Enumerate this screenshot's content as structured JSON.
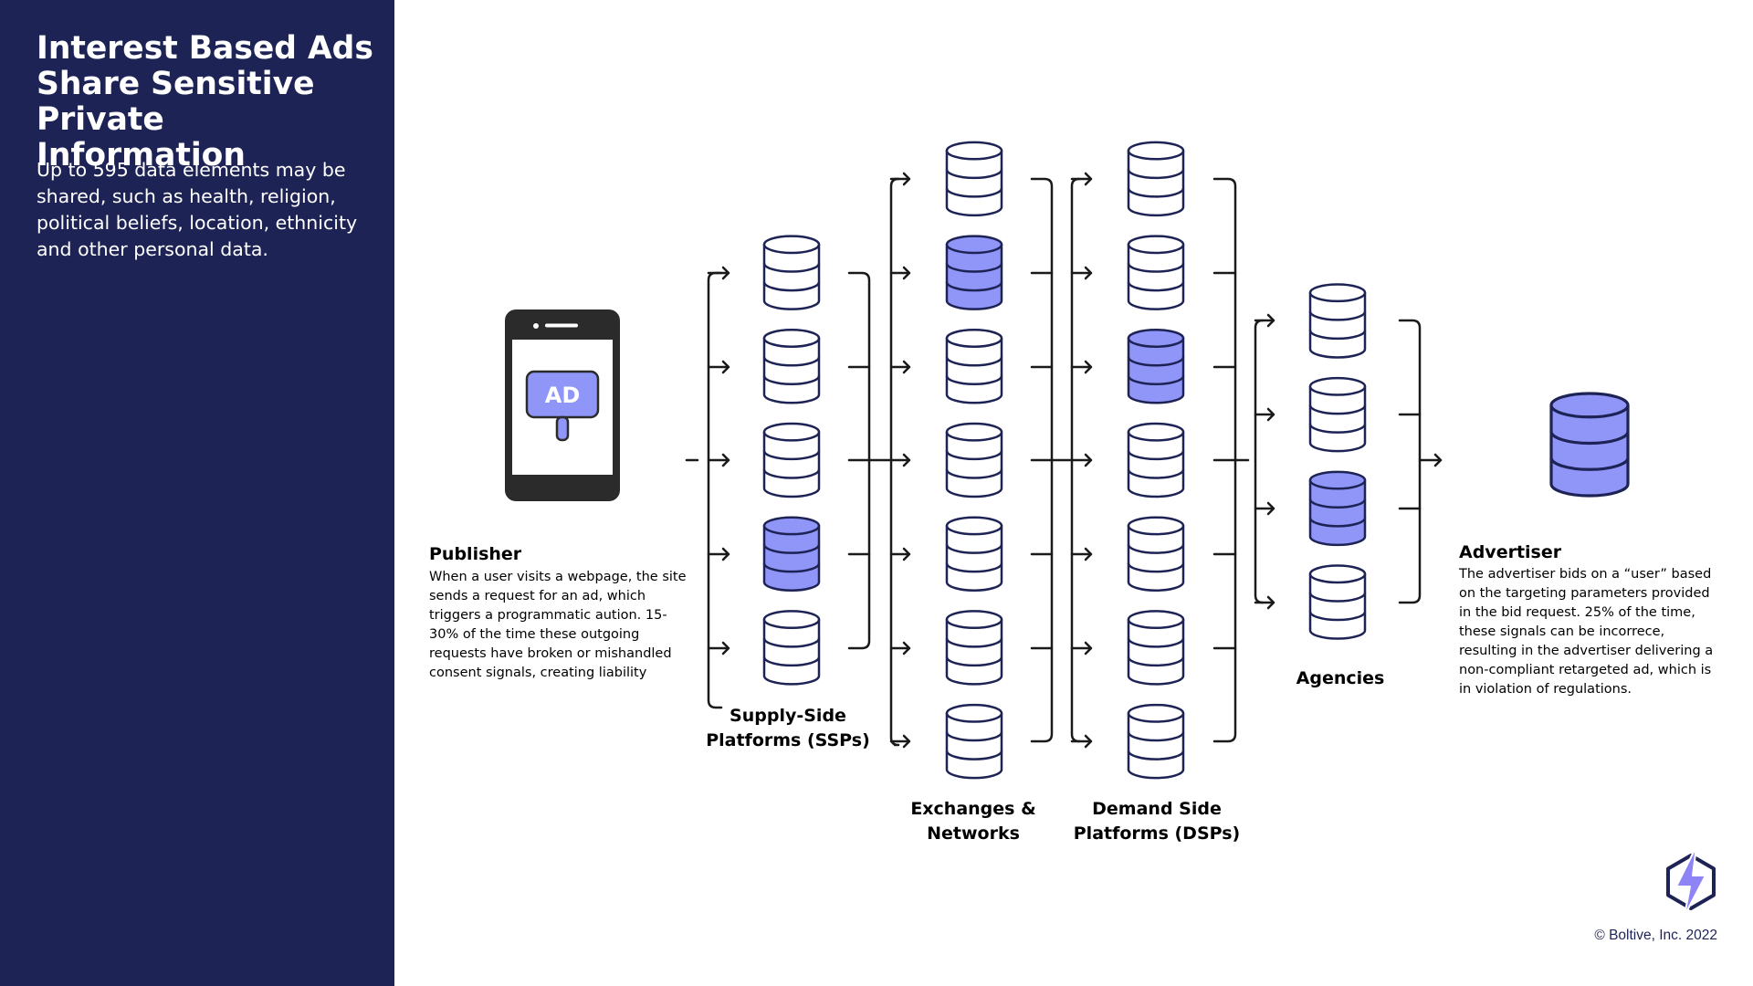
{
  "sidebar": {
    "title": "Interest Based Ads\nShare Sensitive\nPrivate Information",
    "text": "Up to 595 data elements may be shared, such as health, religion, political beliefs, location, ethnicity and other personal data."
  },
  "publisher": {
    "phone_ad_text": "AD",
    "heading": "Publisher",
    "description": "When a user visits a webpage, the site sends a request for an ad, which triggers a programmatic aution. 15-30% of the time these outgoing requests have broken or mishandled consent signals, creating liability"
  },
  "stages": [
    {
      "label": "Supply-Side\nPlatforms (SSPs)",
      "highlighted": [
        false,
        false,
        false,
        true,
        false
      ]
    },
    {
      "label": "Exchanges &\nNetworks",
      "highlighted": [
        false,
        true,
        false,
        false,
        false,
        false,
        false
      ]
    },
    {
      "label": "Demand Side\nPlatforms (DSPs)",
      "highlighted": [
        false,
        false,
        true,
        false,
        false,
        false,
        false
      ]
    },
    {
      "label": "Agencies",
      "highlighted": [
        false,
        false,
        true,
        false
      ]
    }
  ],
  "advertiser": {
    "heading": "Advertiser",
    "description": "The advertiser bids on a “user” based on the targeting parameters provided in the bid request. 25% of the time, these signals can be incorrece, resulting in the  advertiser delivering a non-compliant retargeted ad, which is in violation of regulations."
  },
  "copyright": "© Boltive, Inc. 2022",
  "logo_icon": "boltive-hexagon-lightning-logo",
  "colors": {
    "navy": "#1e2355",
    "accent": "#9095f8",
    "ink": "#1a1a1a",
    "phone": "#2b2b2b"
  }
}
